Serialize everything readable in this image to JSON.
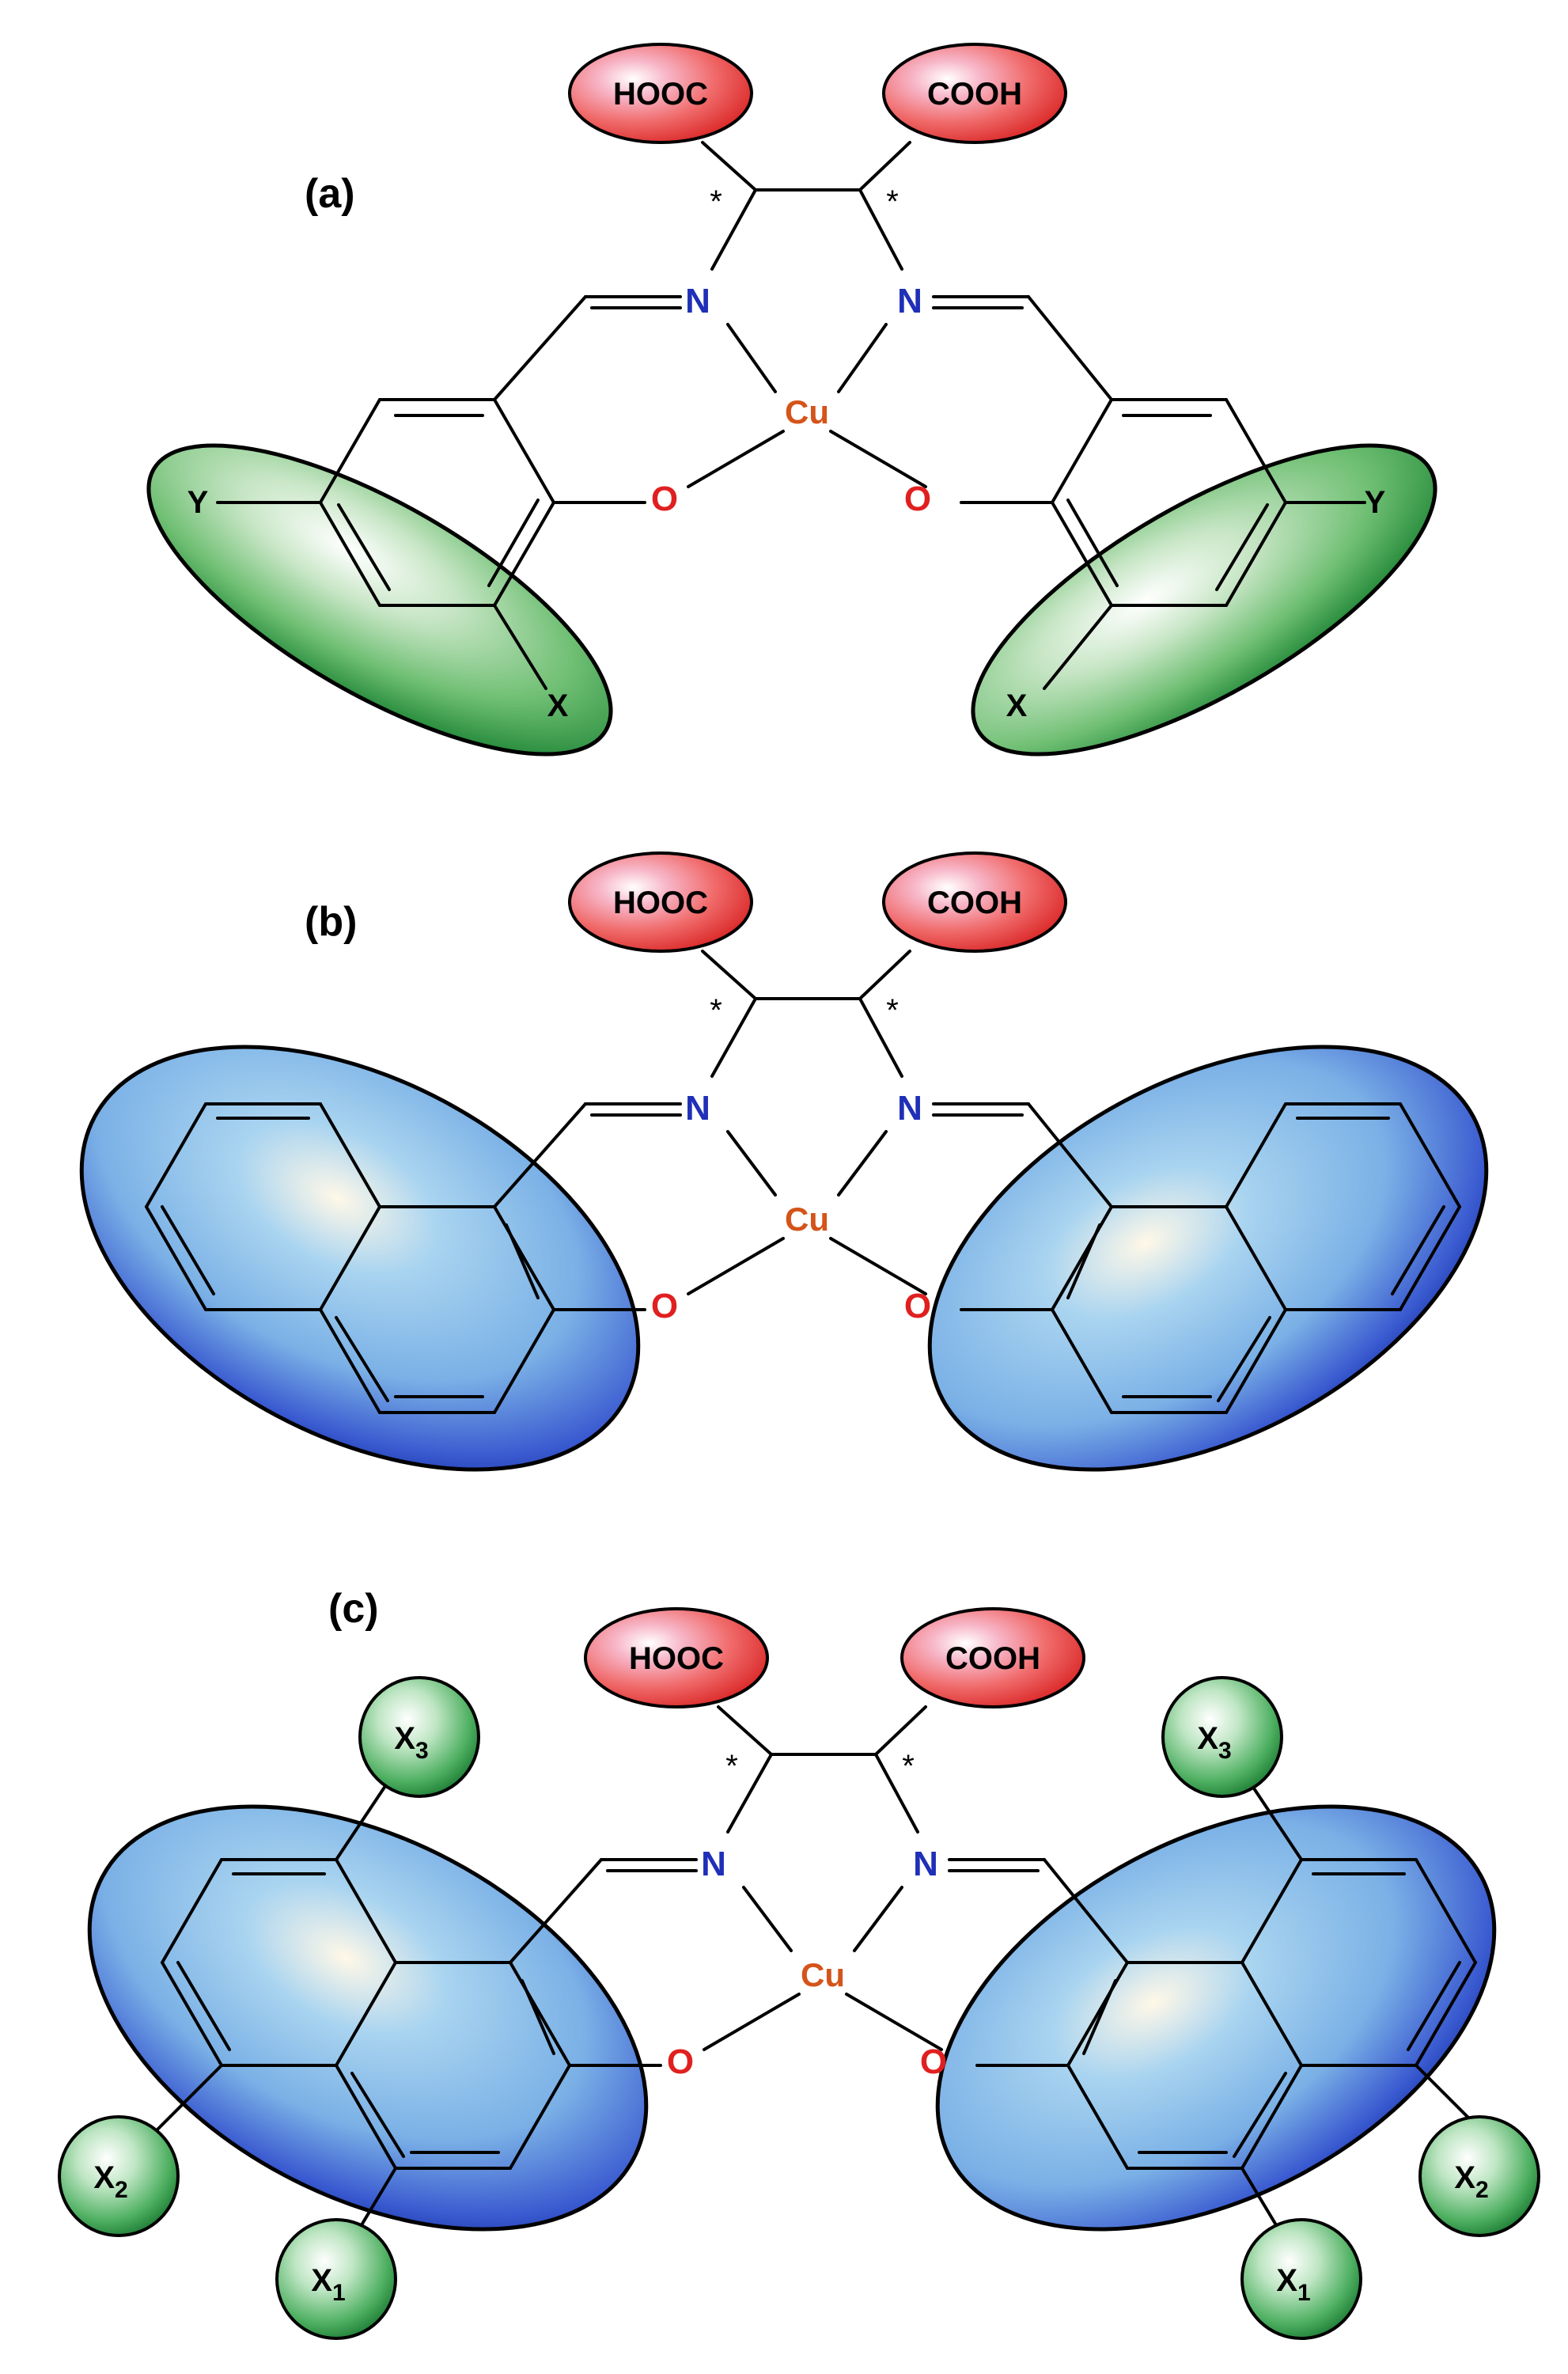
{
  "panels": [
    {
      "label": "(a)",
      "groups": {
        "left_acid": "HOOC",
        "right_acid": "COOH"
      },
      "atoms": {
        "nitrogen": "N",
        "oxygen": "O",
        "metal": "Cu"
      },
      "stereo_mark": "*",
      "substituents": {
        "y": "Y",
        "x": "X"
      },
      "colors": {
        "acid": "#f06a6a",
        "ring": "#2e9a3c"
      }
    },
    {
      "label": "(b)",
      "groups": {
        "left_acid": "HOOC",
        "right_acid": "COOH"
      },
      "atoms": {
        "nitrogen": "N",
        "oxygen": "O",
        "metal": "Cu"
      },
      "stereo_mark": "*",
      "colors": {
        "acid": "#f06a6a",
        "ring": "#2346c8"
      }
    },
    {
      "label": "(c)",
      "groups": {
        "left_acid": "HOOC",
        "right_acid": "COOH"
      },
      "atoms": {
        "nitrogen": "N",
        "oxygen": "O",
        "metal": "Cu"
      },
      "stereo_mark": "*",
      "substituents": {
        "x1": "X",
        "x1_sub": "1",
        "x2": "X",
        "x2_sub": "2",
        "x3": "X",
        "x3_sub": "3"
      },
      "colors": {
        "acid": "#f06a6a",
        "ring": "#2346c8",
        "sphere": "#3aa552"
      }
    }
  ]
}
